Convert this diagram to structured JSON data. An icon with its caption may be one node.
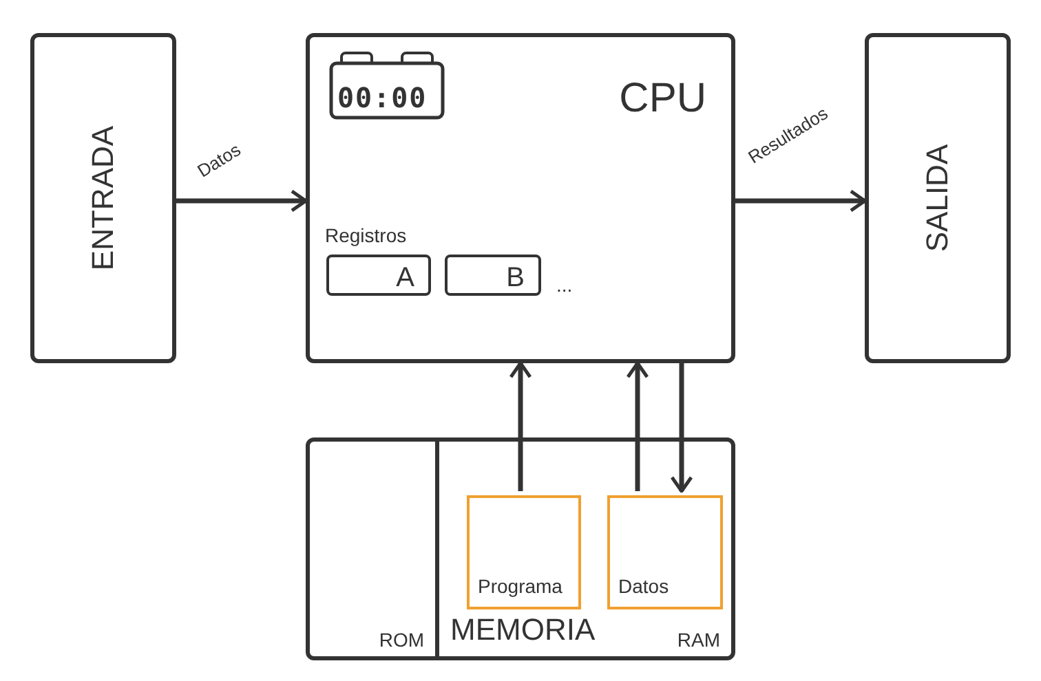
{
  "diagram": {
    "nodes": [
      {
        "text": [
          "ENTRADA"
        ]
      },
      {
        "text": [
          "CPU"
        ]
      },
      {
        "text": [
          "00:00"
        ],
        "in": 1
      },
      {
        "text": [
          "A"
        ],
        "in": 1
      },
      {
        "text": [
          "B"
        ],
        "in": 1
      },
      {
        "text": [
          "MEMORIA"
        ]
      },
      {
        "text": [
          "ROM"
        ],
        "in": 5
      },
      {
        "text": [
          "RAM"
        ],
        "in": 5
      },
      {
        "text": [
          "Programa"
        ],
        "in": 7
      },
      {
        "text": [
          "Datos"
        ],
        "in": 7
      },
      {
        "text": [
          "SALIDA"
        ]
      }
    ],
    "edges": [
      {
        "from": 0,
        "to": 1,
        "arrow": "to",
        "label": "Datos"
      },
      {
        "from": 1,
        "to": 10,
        "arrow": "to",
        "label": "Resultados"
      },
      {
        "from": 8,
        "to": 1,
        "arrow": "to"
      },
      {
        "from": 9,
        "to": 1,
        "arrow": "to"
      },
      {
        "from": 1,
        "to": 9,
        "arrow": "to"
      }
    ],
    "labels": [
      "Registros",
      "..."
    ]
  }
}
